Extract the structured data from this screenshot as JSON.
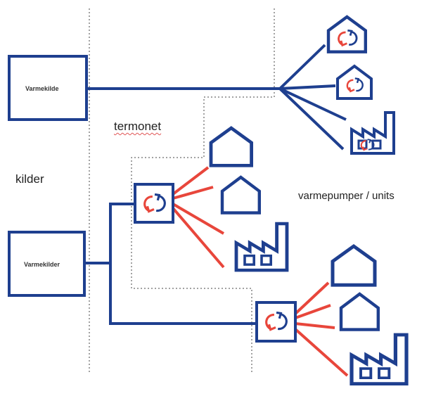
{
  "labels": {
    "source_top": "Varmekilde",
    "source_bottom": "Varmekilder",
    "network": "termonet",
    "sources_zone": "kilder",
    "units_zone": "varmepumper / units"
  },
  "colors": {
    "pipe": "#1e3f8f",
    "hot_line": "#e8463b",
    "divider": "#444444",
    "spellcheck": "#e05555"
  },
  "icons": [
    "house-icon",
    "factory-icon",
    "heat-pump-icon"
  ]
}
